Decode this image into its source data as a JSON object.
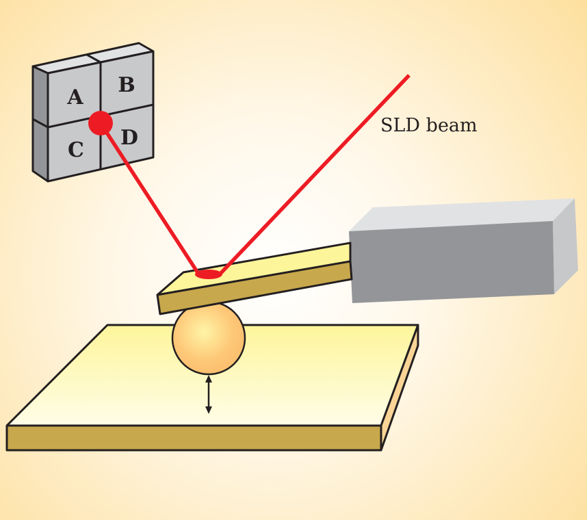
{
  "labels": {
    "quadrant_a": "A",
    "quadrant_b": "B",
    "quadrant_c": "C",
    "quadrant_d": "D",
    "beam": "SLD beam"
  },
  "colors": {
    "beam": "#ed1c24",
    "detector": "#c8c9cb",
    "cantilever_top": "#fdf59a",
    "cantilever_side": "#c8a84c",
    "holder": "#939598",
    "sphere": "#fcc877",
    "outline": "#231f20"
  }
}
